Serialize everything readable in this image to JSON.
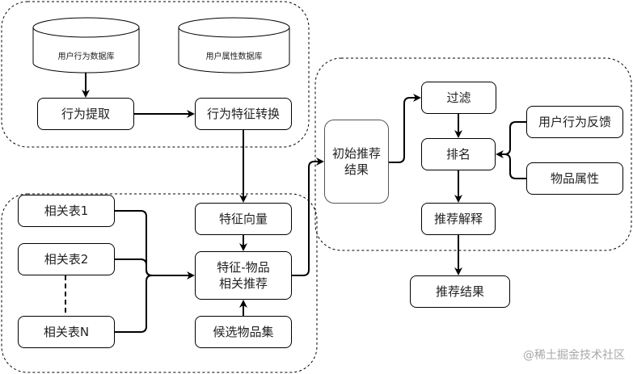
{
  "diagram": {
    "groups": [
      {
        "id": "data-source-group",
        "style": "dashed"
      },
      {
        "id": "feature-recommend-group",
        "style": "dashed"
      },
      {
        "id": "post-process-group",
        "style": "dashed"
      }
    ],
    "databases": {
      "user_behavior_db": "用户行为数据库",
      "user_attribute_db": "用户属性数据库"
    },
    "nodes": {
      "behavior_extract": "行为提取",
      "behavior_feature_transform": "行为特征转换",
      "related_table_1": "相关表1",
      "related_table_2": "相关表2",
      "related_table_n": "相关表N",
      "feature_vector": "特征向量",
      "feature_item_recommend_line1": "特征-物品",
      "feature_item_recommend_line2": "相关推荐",
      "candidate_items": "候选物品集",
      "initial_result_line1": "初始推荐",
      "initial_result_line2": "结果",
      "filter": "过滤",
      "rank": "排名",
      "explain": "推荐解释",
      "user_feedback": "用户行为反馈",
      "item_attribute": "物品属性",
      "final_result": "推荐结果"
    },
    "edges": [
      {
        "from": "用户行为数据库",
        "to": "行为提取"
      },
      {
        "from": "行为提取",
        "to": "行为特征转换"
      },
      {
        "from": "行为特征转换",
        "to": "特征向量"
      },
      {
        "from": "特征向量",
        "to": "特征-物品相关推荐"
      },
      {
        "from": "相关表1",
        "to": "特征-物品相关推荐"
      },
      {
        "from": "相关表2",
        "to": "特征-物品相关推荐"
      },
      {
        "from": "相关表N",
        "to": "特征-物品相关推荐"
      },
      {
        "from": "候选物品集",
        "to": "特征-物品相关推荐"
      },
      {
        "from": "特征-物品相关推荐",
        "to": "初始推荐结果"
      },
      {
        "from": "初始推荐结果",
        "to": "过滤"
      },
      {
        "from": "过滤",
        "to": "排名"
      },
      {
        "from": "用户行为反馈",
        "to": "排名"
      },
      {
        "from": "物品属性",
        "to": "排名"
      },
      {
        "from": "排名",
        "to": "推荐解释"
      },
      {
        "from": "推荐解释",
        "to": "推荐结果"
      }
    ]
  },
  "watermark": "@稀土掘金技术社区"
}
